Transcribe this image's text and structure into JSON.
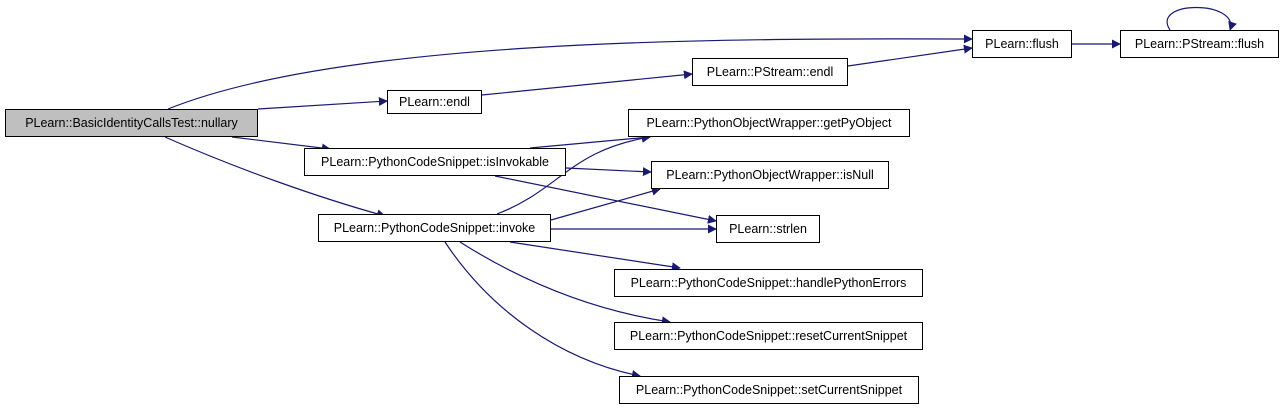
{
  "graph": {
    "colors": {
      "edge": "#191970",
      "node_border": "#000000",
      "root_fill": "#bfbfbf",
      "node_fill": "#ffffff"
    },
    "nodes": {
      "root": "PLearn::BasicIdentityCallsTest::nullary",
      "endl": "PLearn::endl",
      "isInvokable": "PLearn::PythonCodeSnippet::isInvokable",
      "invoke": "PLearn::PythonCodeSnippet::invoke",
      "pstream_endl": "PLearn::PStream::endl",
      "flush": "PLearn::flush",
      "pstream_flush": "PLearn::PStream::flush",
      "getPyObject": "PLearn::PythonObjectWrapper::getPyObject",
      "isNull": "PLearn::PythonObjectWrapper::isNull",
      "strlen": "PLearn::strlen",
      "handlePythonErrors": "PLearn::PythonCodeSnippet::handlePythonErrors",
      "resetCurrentSnippet": "PLearn::PythonCodeSnippet::resetCurrentSnippet",
      "setCurrentSnippet": "PLearn::PythonCodeSnippet::setCurrentSnippet"
    },
    "edges": [
      [
        "root",
        "flush"
      ],
      [
        "root",
        "endl"
      ],
      [
        "root",
        "isInvokable"
      ],
      [
        "root",
        "invoke"
      ],
      [
        "endl",
        "pstream_endl"
      ],
      [
        "pstream_endl",
        "flush"
      ],
      [
        "flush",
        "pstream_flush"
      ],
      [
        "pstream_flush",
        "pstream_flush"
      ],
      [
        "isInvokable",
        "getPyObject"
      ],
      [
        "isInvokable",
        "isNull"
      ],
      [
        "isInvokable",
        "strlen"
      ],
      [
        "invoke",
        "getPyObject"
      ],
      [
        "invoke",
        "isNull"
      ],
      [
        "invoke",
        "strlen"
      ],
      [
        "invoke",
        "handlePythonErrors"
      ],
      [
        "invoke",
        "resetCurrentSnippet"
      ],
      [
        "invoke",
        "setCurrentSnippet"
      ]
    ]
  }
}
